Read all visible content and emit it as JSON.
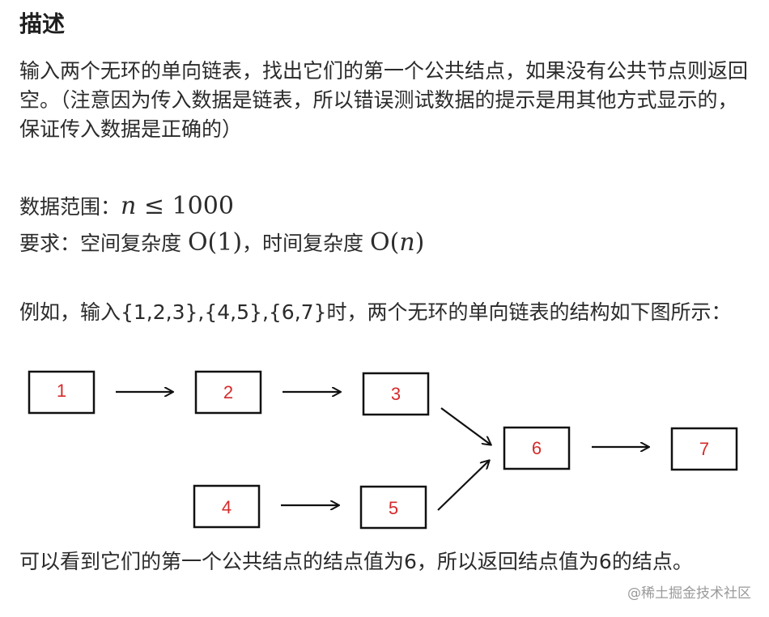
{
  "heading": "描述",
  "paragraph1": "输入两个无环的单向链表，找出它们的第一个公共结点，如果没有公共节点则返回空。（注意因为传入数据是链表，所以错误测试数据的提示是用其他方式显示的，保证传入数据是正确的）",
  "range": {
    "label": "数据范围：",
    "var": "n",
    "rest": " ≤ 1000"
  },
  "requirement": {
    "label": "要求：空间复杂度 ",
    "space": "O(1)",
    "middle": "，时间复杂度 ",
    "time_prefix": "O(",
    "time_var": "n",
    "time_suffix": ")"
  },
  "example_text": "例如，输入{1,2,3},{4,5},{6,7}时，两个无环的单向链表的结构如下图所示：",
  "diagram": {
    "nodes": [
      "1",
      "2",
      "3",
      "4",
      "5",
      "6",
      "7"
    ],
    "box_color": "#111111",
    "label_color": "#d62a2a"
  },
  "conclusion": "可以看到它们的第一个公共结点的结点值为6，所以返回结点值为6的结点。",
  "watermark": "@稀土掘金技术社区"
}
